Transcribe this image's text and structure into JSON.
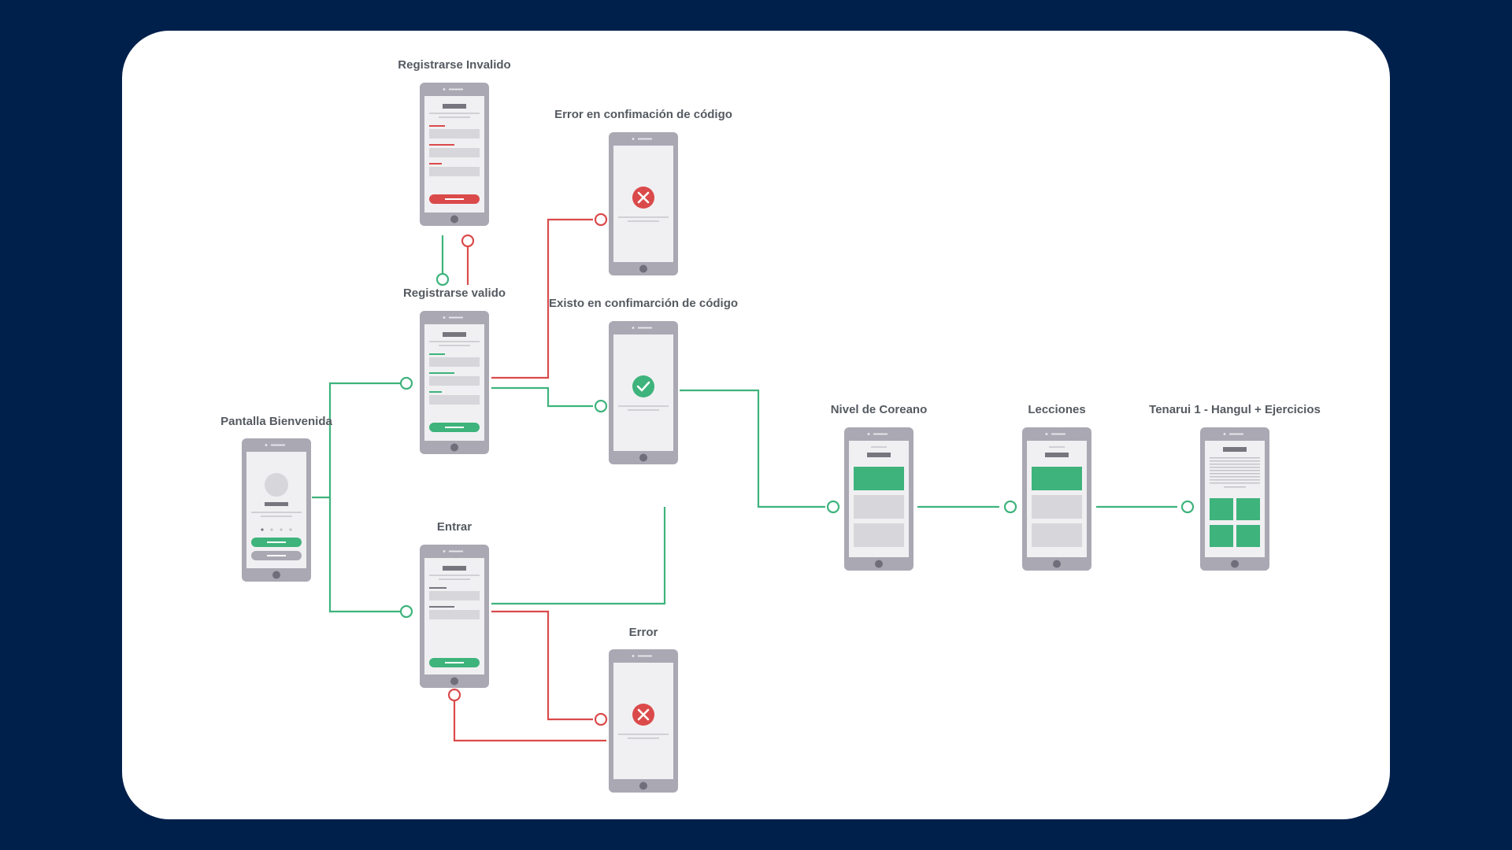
{
  "screens": {
    "registrarse_invalido": "Registrarse Invalido",
    "error_confirmacion": "Error en confimación de código",
    "registrarse_valido": "Registrarse valido",
    "exito_confirmacion": "Existo en confimarción de código",
    "pantalla_bienvenida": "Pantalla Bienvenida",
    "entrar": "Entrar",
    "error": "Error",
    "nivel_coreano": "Nivel de Coreano",
    "lecciones": "Lecciones",
    "tenarui": "Tenarui 1 - Hangul + Ejercicios"
  },
  "colors": {
    "background": "#00204c",
    "success_flow": "#3eb37c",
    "error_flow": "#db4a4a",
    "phone_frame": "#a9a8b3",
    "screen": "#f0f0f2"
  }
}
